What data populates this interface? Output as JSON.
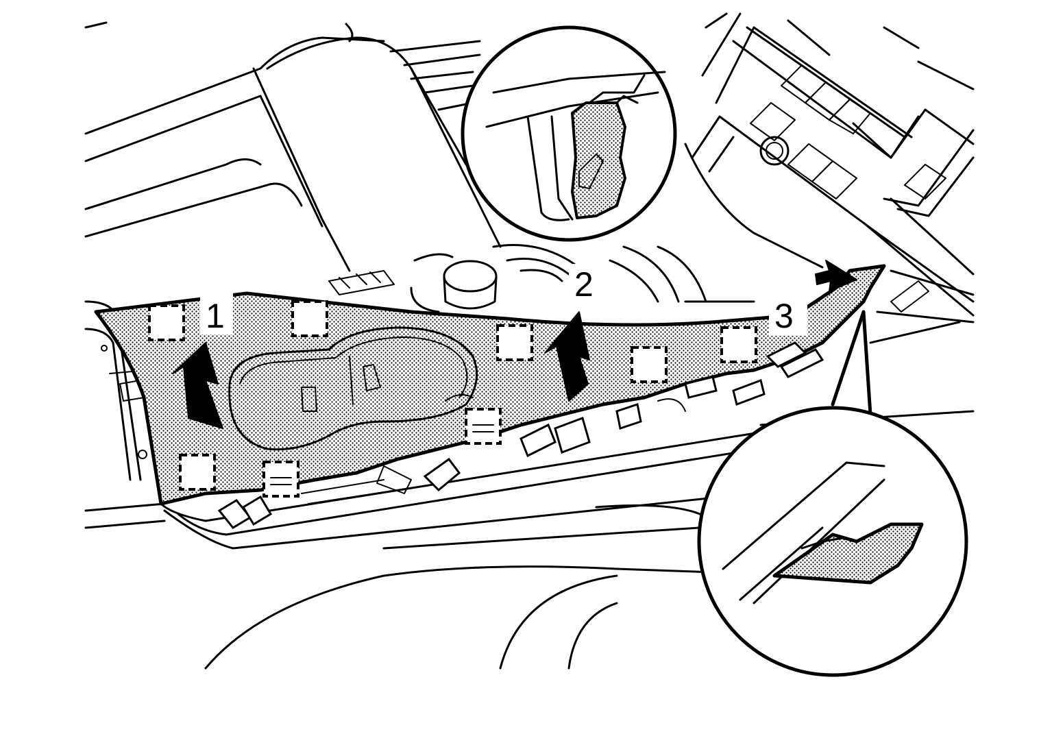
{
  "callouts": {
    "step1": "1",
    "step2": "2",
    "step3": "3"
  },
  "colors": {
    "line": "#000000",
    "background": "#ffffff",
    "highlight_dots": "#000000"
  }
}
